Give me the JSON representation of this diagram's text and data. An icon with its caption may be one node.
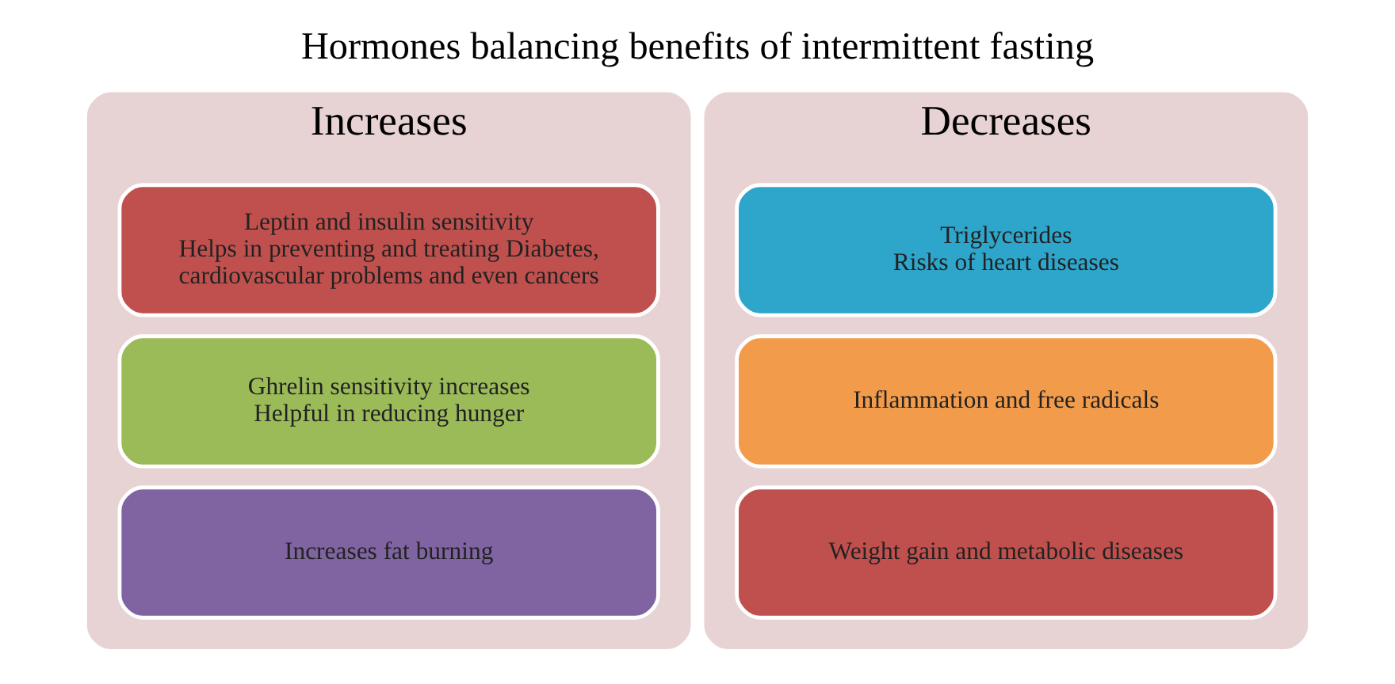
{
  "diagram": {
    "title": "Hormones balancing benefits of intermittent fasting",
    "nodes": [
      {
        "text": [
          "Increases"
        ]
      },
      {
        "text": [
          "Leptin and insulin sensitivity",
          "Helps in preventing and treating Diabetes, cardiovascular problems and even cancers"
        ],
        "in": 0
      },
      {
        "text": [
          "Ghrelin sensitivity increases",
          "Helpful in reducing hunger"
        ],
        "in": 0
      },
      {
        "text": [
          "Increases fat burning"
        ],
        "in": 0
      },
      {
        "text": [
          "Decreases"
        ]
      },
      {
        "text": [
          "Triglycerides",
          "Risks of heart diseases"
        ],
        "in": 4
      },
      {
        "text": [
          "Inflammation and free radicals"
        ],
        "in": 4
      },
      {
        "text": [
          "Weight gain and metabolic diseases"
        ],
        "in": 4
      }
    ],
    "edges": []
  }
}
